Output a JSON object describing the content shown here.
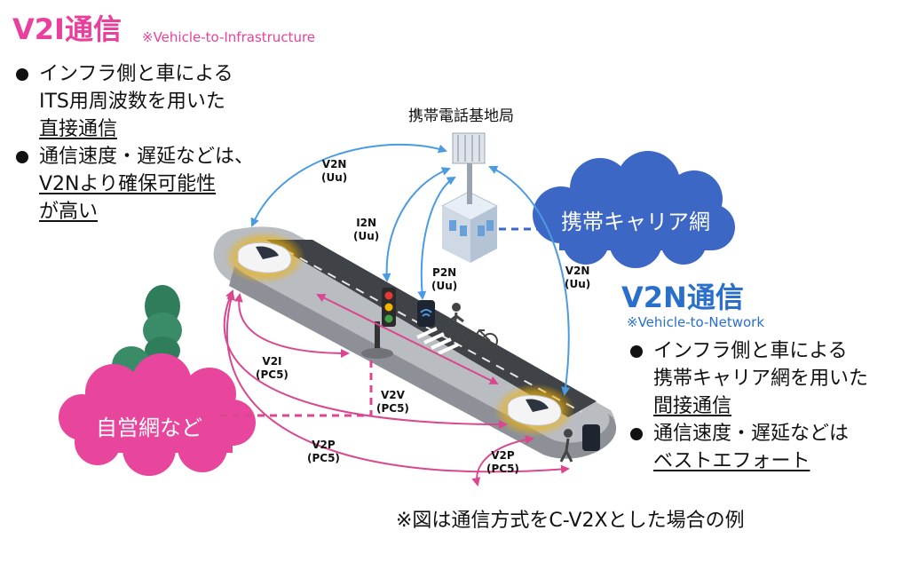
{
  "v2i": {
    "title": "V2I通信",
    "subtitle": "※Vehicle-to-Infrastructure",
    "bullet1": [
      "インフラ側と車による",
      "ITS用周波数を用いた",
      "直接通信"
    ],
    "bullet2": [
      "通信速度・遅延などは、",
      "V2Nより確保可能性",
      "が高い"
    ]
  },
  "v2n": {
    "title": "V2N通信",
    "subtitle": "※Vehicle-to-Network",
    "bullet1": [
      "インフラ側と車による",
      "携帯キャリア網を用いた",
      "間接通信"
    ],
    "bullet2": [
      "通信速度・遅延などは",
      "ベストエフォート"
    ]
  },
  "footnote": "※図は通信方式をC-V2Xとした場合の例",
  "diagram": {
    "base_station": "携帯電話基地局",
    "carrier_network": "携帯キャリア網",
    "private_network": "自営網など",
    "links": {
      "v2n_left": "V2N\n(Uu)",
      "i2n": "I2N\n(Uu)",
      "p2n": "P2N\n(Uu)",
      "v2n_right": "V2N\n(Uu)",
      "v2i": "V2I\n(PC5)",
      "v2v": "V2V\n(PC5)",
      "v2p_left": "V2P\n(PC5)",
      "v2p_right": "V2P\n(PC5)"
    }
  },
  "colors": {
    "v2i_accent": "#e8409c",
    "v2n_accent": "#2a6fc9",
    "carrier_cloud": "#3c67c4",
    "private_cloud": "#e8459d",
    "arrow_blue": "#4a9be0",
    "arrow_pink": "#d9478f"
  }
}
